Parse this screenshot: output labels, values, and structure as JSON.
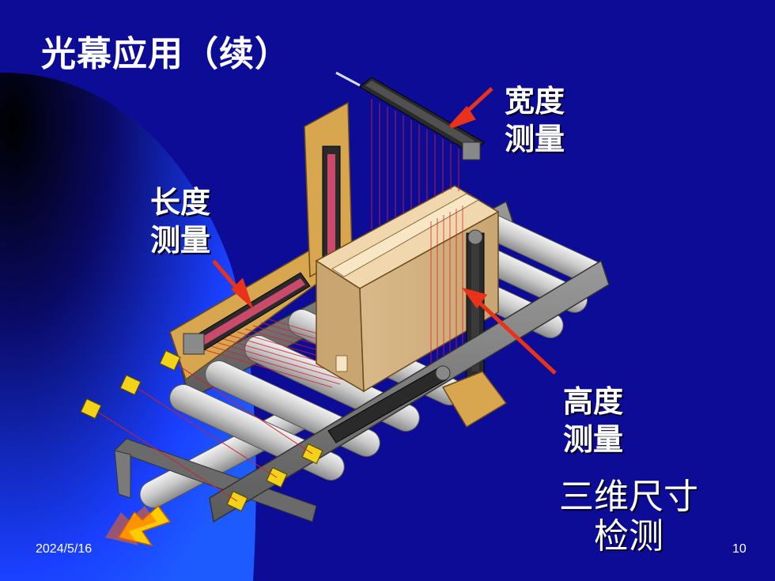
{
  "slide": {
    "title": "光幕应用（续）",
    "labels": {
      "width_line1": "宽度",
      "width_line2": "测量",
      "length_line1": "长度",
      "length_line2": "测量",
      "height_line1": "高度",
      "height_line2": "测量"
    },
    "caption_line1": "三维尺寸",
    "caption_line2": "检测",
    "date": "2024/5/16",
    "page_number": "10"
  },
  "colors": {
    "background": "#0c0c96",
    "arrow": "#e8321a",
    "beam": "#d4202a",
    "box": "#e8c99a",
    "plate": "#d9a650"
  }
}
